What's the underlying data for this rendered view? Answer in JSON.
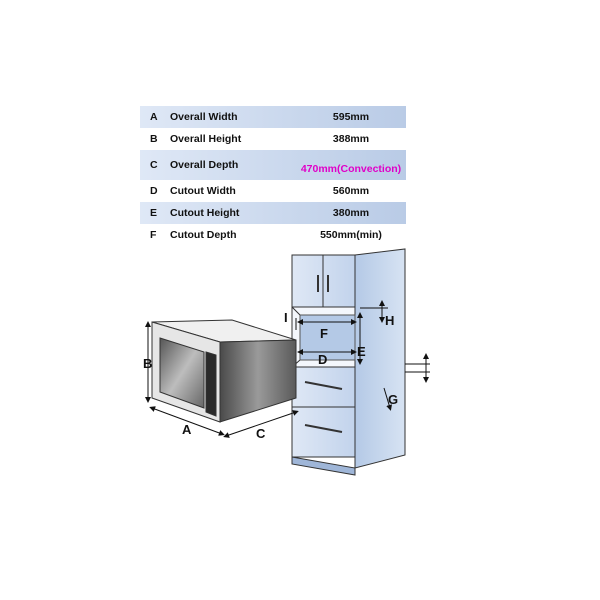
{
  "specs": [
    {
      "letter": "A",
      "label": "Overall Width",
      "value": "595mm",
      "shaded": true
    },
    {
      "letter": "B",
      "label": "Overall Height",
      "value": "388mm",
      "shaded": false
    },
    {
      "letter": "C",
      "label": "Overall Depth",
      "value": "470mm(Convection)",
      "shaded": true,
      "value_color": "#e000c8"
    },
    {
      "letter": "D",
      "label": "Cutout Width",
      "value": "560mm",
      "shaded": false
    },
    {
      "letter": "E",
      "label": "Cutout Height",
      "value": "380mm",
      "shaded": true
    },
    {
      "letter": "F",
      "label": "Cutout Depth",
      "value": "550mm(min)",
      "shaded": false
    }
  ],
  "diagram_labels": {
    "a": "A",
    "b": "B",
    "c": "C",
    "d": "D",
    "e": "E",
    "f": "F",
    "g": "G",
    "h": "H",
    "i": "I"
  }
}
